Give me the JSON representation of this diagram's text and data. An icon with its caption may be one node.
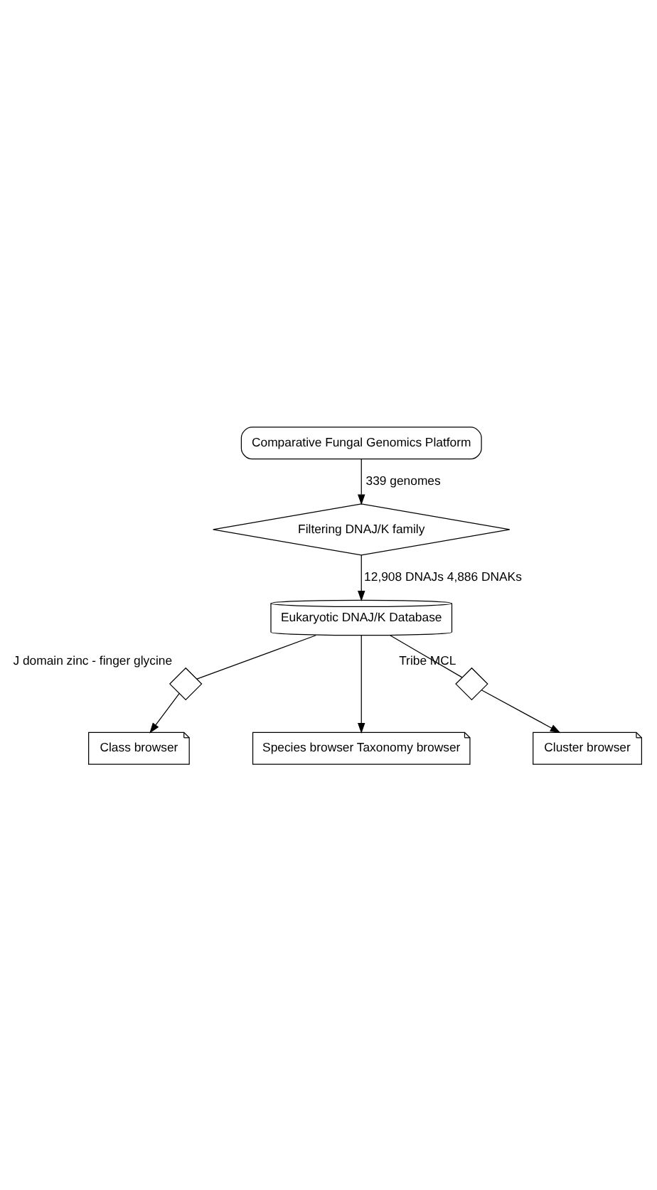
{
  "diagram": {
    "nodes": [
      {
        "text": [
          "Comparative Fungal Genomics Platform"
        ]
      },
      {
        "text": [
          "Filtering DNAJ/K family"
        ]
      },
      {
        "text": [
          "Eukaryotic DNAJ/K Database"
        ]
      },
      {
        "text": [],
        "shape": "diamond",
        "beside": [
          "J domain zinc - finger glycine"
        ]
      },
      {
        "text": [],
        "shape": "diamond",
        "beside": [
          "Tribe MCL"
        ]
      },
      {
        "text": [
          "Class browser"
        ]
      },
      {
        "text": [
          "Species browser Taxonomy browser"
        ]
      },
      {
        "text": [
          "Cluster browser"
        ]
      }
    ],
    "edges": [
      {
        "from": 0,
        "to": 1,
        "arrow": "to",
        "label": "339 genomes"
      },
      {
        "from": 1,
        "to": 2,
        "arrow": "to",
        "label": "12,908 DNAJs 4,886 DNAKs"
      },
      {
        "from": 2,
        "to": 3,
        "arrow": "none"
      },
      {
        "from": 3,
        "to": 5,
        "arrow": "to"
      },
      {
        "from": 2,
        "to": 6,
        "arrow": "to"
      },
      {
        "from": 2,
        "to": 4,
        "arrow": "none"
      },
      {
        "from": 4,
        "to": 7,
        "arrow": "to"
      }
    ]
  }
}
